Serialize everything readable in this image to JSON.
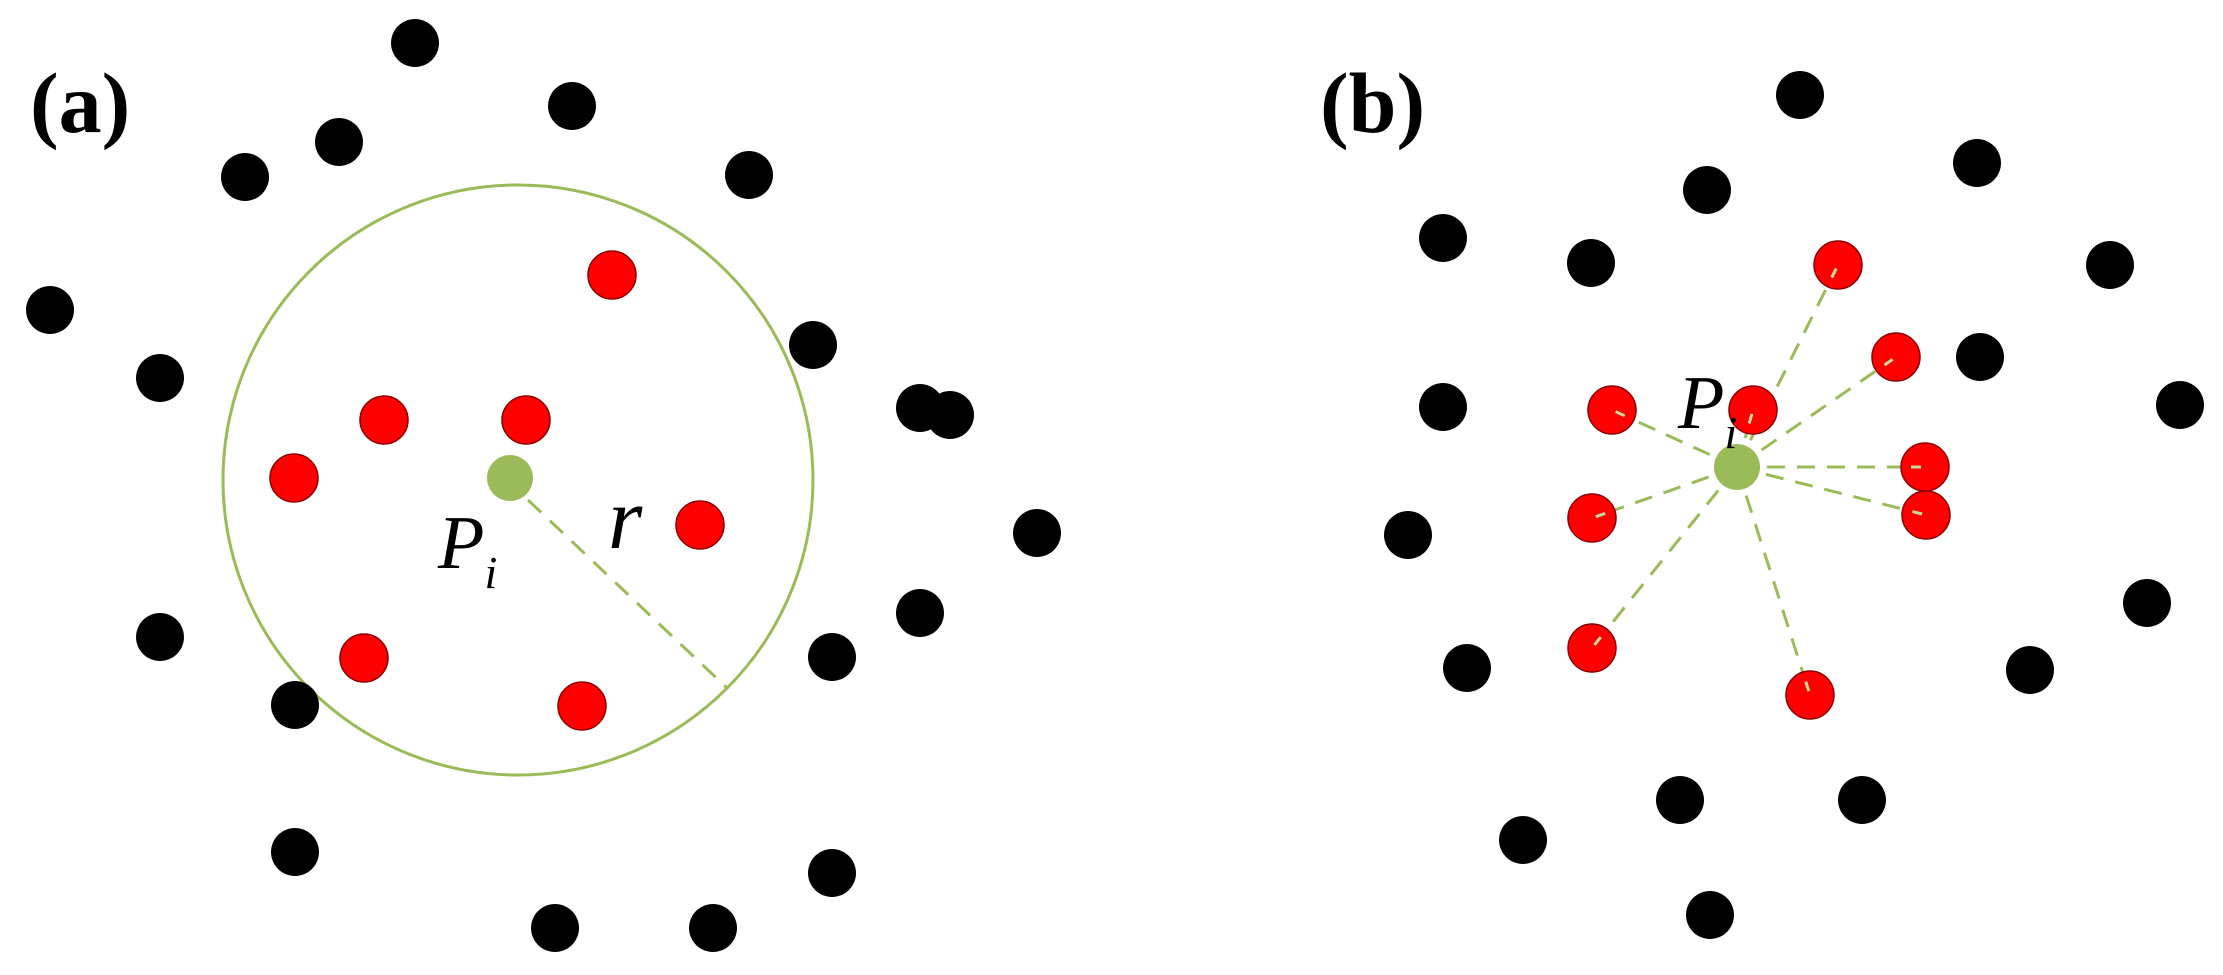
{
  "colors": {
    "background": "#ffffff",
    "point": "#000000",
    "neighbor": "#ff0000",
    "center": "#9bbb59",
    "circle": "#9bbb59",
    "link": "#9bbb59"
  },
  "panels": {
    "a": {
      "label": "(a)",
      "center_label": "P",
      "center_subscript": "i",
      "radius_label": "r"
    },
    "b": {
      "label": "(b)",
      "center_label": "P",
      "center_subscript": "i"
    }
  }
}
